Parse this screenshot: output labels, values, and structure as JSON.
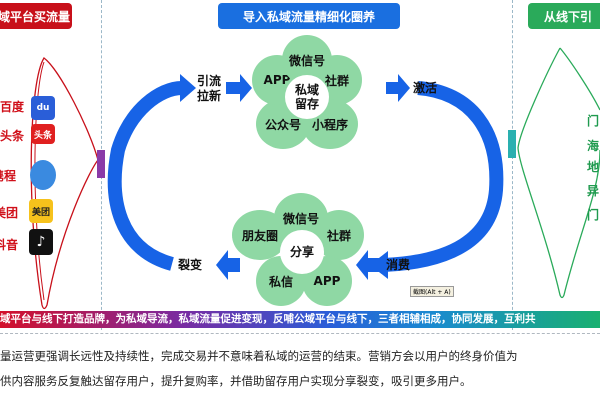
{
  "headers": {
    "left": "域平台买流量",
    "center": "导入私域流量精细化圈养",
    "right": "从线下引"
  },
  "left_platforms": [
    {
      "label": "百度",
      "icon": "baidu-icon",
      "icon_text": "du"
    },
    {
      "label": "头条",
      "icon": "toutiao-icon",
      "icon_text": "头条"
    },
    {
      "label": "携程",
      "icon": "ctrip-icon",
      "icon_text": ""
    },
    {
      "label": "美团",
      "icon": "meituan-icon",
      "icon_text": "美团"
    },
    {
      "label": "抖音",
      "icon": "douyin-icon",
      "icon_text": "♪"
    }
  ],
  "right_items": [
    "门",
    "海",
    "地",
    "异",
    "门"
  ],
  "top_flower": {
    "center": "私域留存",
    "petals": [
      "微信号",
      "社群",
      "小程序",
      "公众号",
      "APP"
    ]
  },
  "bottom_flower": {
    "center": "分享",
    "petals": [
      "微信号",
      "社群",
      "APP",
      "私信",
      "朋友圈"
    ]
  },
  "steps": {
    "attract": "引流拉新",
    "activate": "激活",
    "consume": "消费",
    "fission": "裂变"
  },
  "tooltip": "截图(Alt + A)",
  "banner": "域平台与线下打造品牌，为私域导流，私域流量促进变现，反哺公域平台与线下，三者相辅相成，协同发展，互利共",
  "paragraph": [
    "量运营更强调长远性及持续性，完成交易并不意味着私域的运营的结束。营销方会以用户的终身价值为",
    "供内容服务反复触达留存用户，提升复购率，并借助留存用户实现分享裂变，吸引更多用户。"
  ],
  "colors": {
    "red": "#c8101a",
    "blue": "#1a6fe0",
    "green": "#2aaa5a",
    "arrow": "#1763e6",
    "petal": "#8fd8a4"
  }
}
